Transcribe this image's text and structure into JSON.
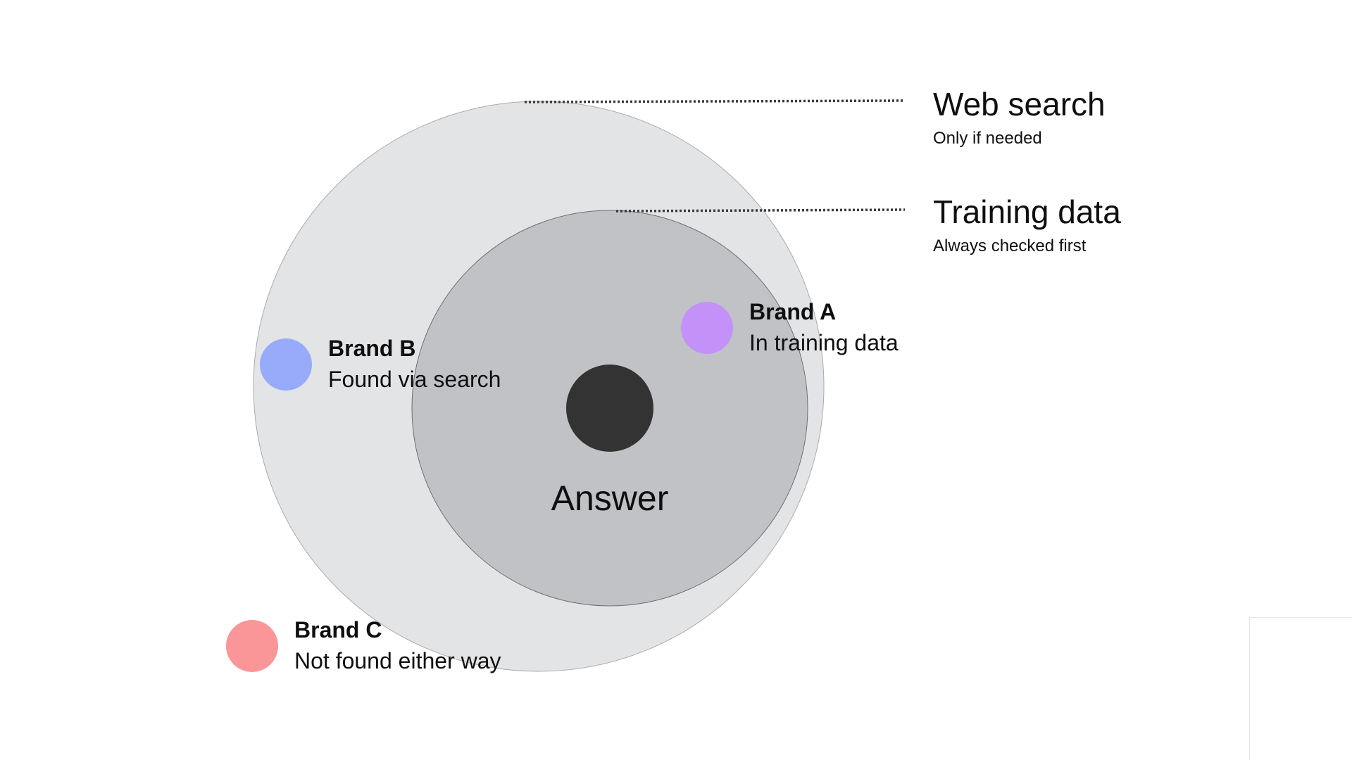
{
  "layers": [
    {
      "title": "Web search",
      "subtitle": "Only if needed"
    },
    {
      "title": "Training data",
      "subtitle": "Always checked first"
    }
  ],
  "center": {
    "label": "Answer"
  },
  "brands": [
    {
      "name": "Brand A",
      "description": "In training data",
      "color": "#c391f7"
    },
    {
      "name": "Brand B",
      "description": "Found via search",
      "color": "#98aafa"
    },
    {
      "name": "Brand C",
      "description": "Not found either way",
      "color": "#fa9698"
    }
  ],
  "colors": {
    "outer_ring": "#e3e4e6",
    "inner_ring": "#c0c2c6",
    "core": "#333333"
  }
}
